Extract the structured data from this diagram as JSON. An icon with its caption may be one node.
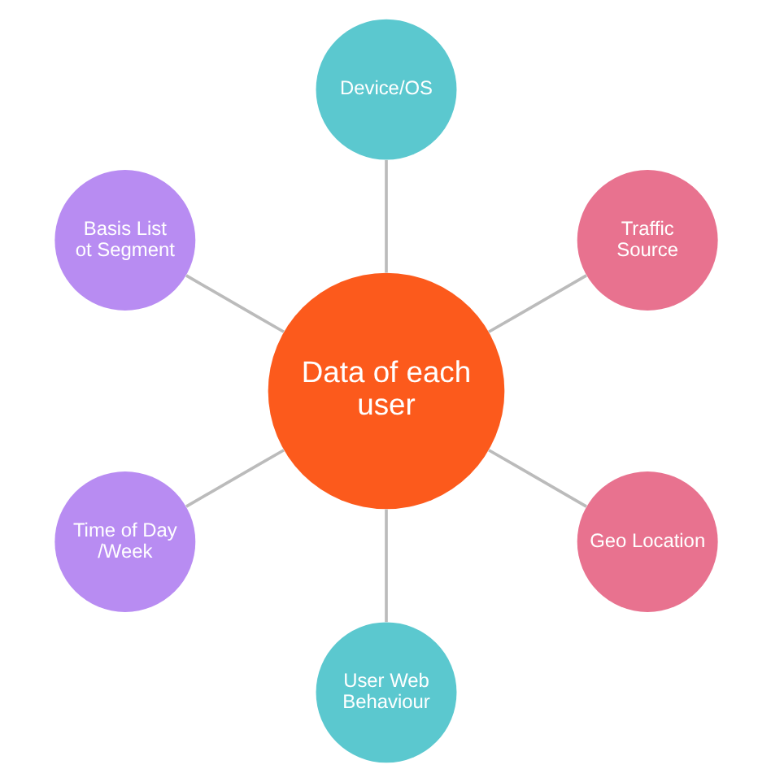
{
  "diagram": {
    "nodes": [
      {
        "text": [
          "Traffic Source"
        ]
      },
      {
        "text": [
          "Device/OS"
        ]
      },
      {
        "text": [
          "Basis List ot Segment"
        ]
      },
      {
        "text": [
          "Data of each user"
        ]
      },
      {
        "text": [
          "Time of Day /Week"
        ]
      },
      {
        "text": [
          "User Web Behaviour"
        ]
      },
      {
        "text": [
          "Geo Location"
        ]
      }
    ],
    "edges": [
      {
        "from": 3,
        "to": 0,
        "arrow": "none"
      },
      {
        "from": 3,
        "to": 2,
        "arrow": "none"
      },
      {
        "from": 3,
        "to": 5,
        "arrow": "none"
      },
      {
        "from": 3,
        "to": 6,
        "arrow": "none"
      },
      {
        "from": 3,
        "to": 4,
        "arrow": "none"
      },
      {
        "from": 3,
        "to": 1,
        "arrow": "none"
      }
    ]
  }
}
